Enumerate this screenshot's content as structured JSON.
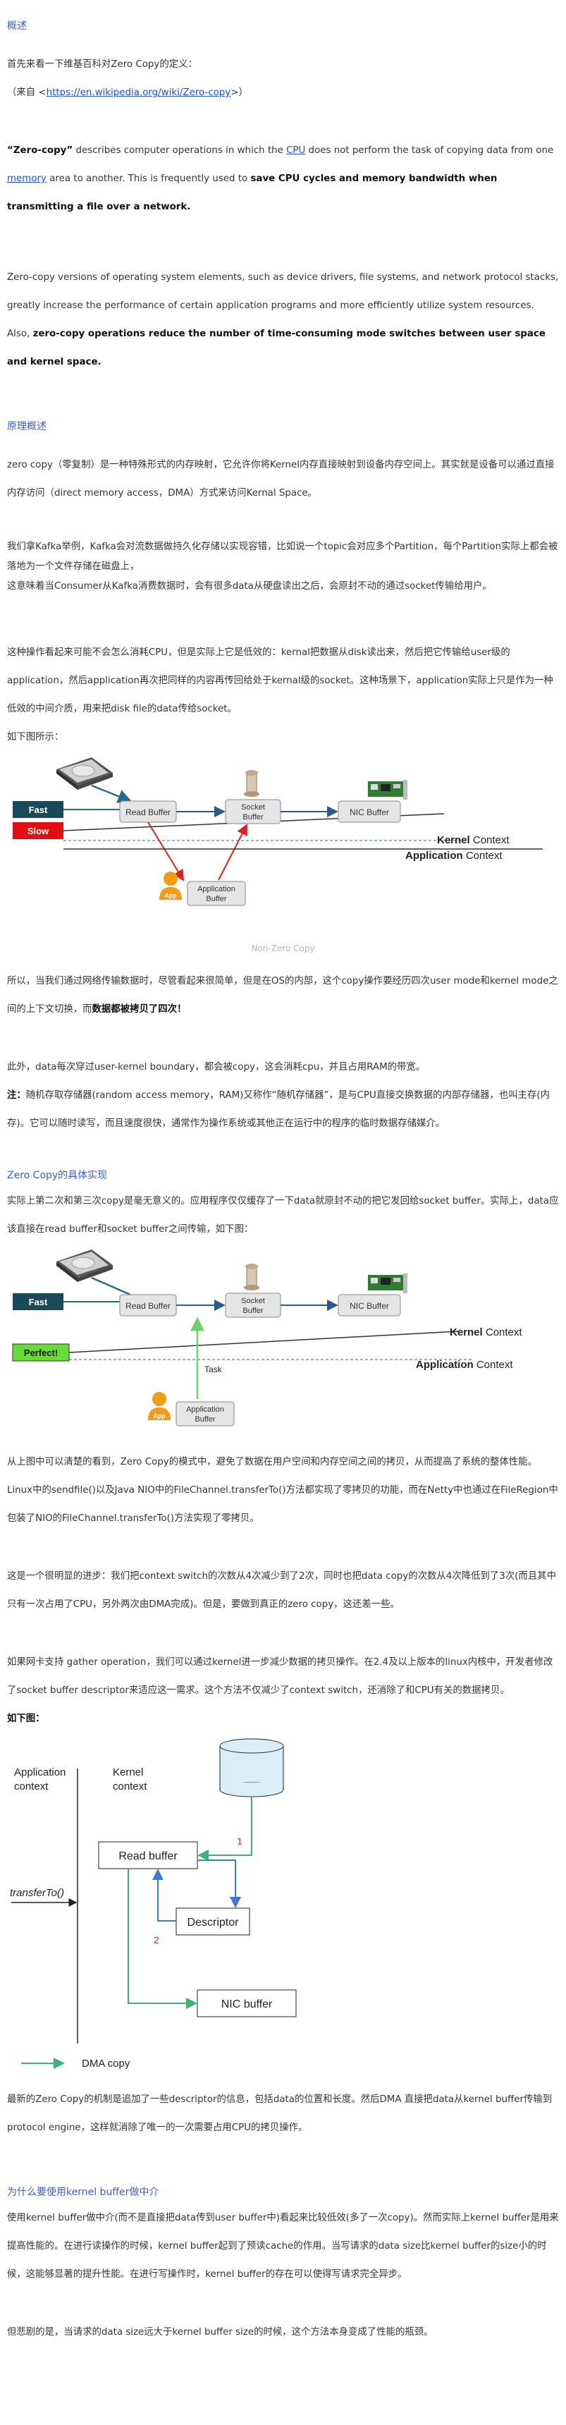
{
  "section1": {
    "title": "概述",
    "intro": "首先来看一下维基百科对Zero Copy的定义：",
    "source_prefix": "（来自 <",
    "source_link": "https://en.wikipedia.org/wiki/Zero-copy",
    "source_suffix": ">）",
    "para1": {
      "t1": "“Zero-copy”",
      "t2": " describes computer operations in which the ",
      "link1": "CPU",
      "t3": " does not perform the task of copying data from one ",
      "link2": "memory",
      "t4": " area to another. This is frequently used to ",
      "bold": "save CPU cycles and memory bandwidth when transmitting a file over a network."
    },
    "para2": {
      "t1": "Zero-copy versions of operating system elements, such as device drivers, file systems, and network protocol stacks, greatly increase the performance of certain application programs and more efficiently utilize system resources. Also, ",
      "bold": "zero-copy operations reduce the number of time-consuming mode switches between user space and kernel space."
    }
  },
  "section2": {
    "title": "原理概述",
    "p1": "zero copy（零复制）是一种特殊形式的内存映射，它允许你将Kernel内存直接映射到设备内存空间上。其实就是设备可以通过直接内存访问（direct memory access，DMA）方式来访问Kernal Space。",
    "p2a": "我们拿Kafka举例，Kafka会对流数据做持久化存储以实现容错，比如说一个topic会对应多个Partition，每个Partition实际上都会被落地为一个文件存储在磁盘上，",
    "p2b": "这意味着当Consumer从Kafka消费数据时，会有很多data从硬盘读出之后，会原封不动的通过socket传输给用户。",
    "p3": "这种操作看起来可能不会怎么消耗CPU，但是实际上它是低效的：kernal把数据从disk读出来，然后把它传输给user级的application，然后application再次把同样的内容再传回给处于kernal级的socket。这种场景下，application实际上只是作为一种低效的中间介质，用来把disk file的data传给socket。",
    "p4": "如下图所示：",
    "caption": "Non-Zero Copy",
    "p5a": "所以，当我们通过网络传输数据时，尽管看起来很简单，但是在OS的内部，这个copy操作要经历四次user mode和kernel mode之间的上下文切换，而",
    "p5b": "数据都被拷贝了四次！",
    "p6": "此外，data每次穿过user-kernel boundary，都会被copy，这会消耗cpu，并且占用RAM的带宽。",
    "p7label": "注：",
    "p7": "随机存取存储器(random access memory，RAM)又称作“随机存储器”，是与CPU直接交换数据的内部存储器，也叫主存(内存)。它可以随时读写，而且速度很快，通常作为操作系统或其他正在运行中的程序的临时数据存储媒介。"
  },
  "section3": {
    "title": "Zero Copy的具体实现",
    "p1": "实际上第二次和第三次copy是毫无意义的。应用程序仅仅缓存了一下data就原封不动的把它发回给socket buffer。实际上，data应该直接在read buffer和socket buffer之间传输，如下图：",
    "p2": "从上图中可以清楚的看到，Zero Copy的模式中，避免了数据在用户空间和内存空间之间的拷贝，从而提高了系统的整体性能。Linux中的sendfile()以及Java NIO中的FileChannel.transferTo()方法都实现了零拷贝的功能，而在Netty中也通过在FileRegion中包装了NIO的FileChannel.transferTo()方法实现了零拷贝。",
    "p3": "这是一个很明显的进步：我们把context switch的次数从4次减少到了2次，同时也把data copy的次数从4次降低到了3次(而且其中只有一次占用了CPU，另外两次由DMA完成)。但是，要做到真正的zero copy，这还差一些。",
    "p4": "如果网卡支持 gather operation，我们可以通过kernel进一步减少数据的拷贝操作。在2.4及以上版本的linux内核中，开发者修改了socket buffer descriptor来适应这一需求。这个方法不仅减少了context switch，还消除了和CPU有关的数据拷贝。",
    "p5": "如下图：",
    "p6": "最新的Zero Copy的机制是追加了一些descriptor的信息，包括data的位置和长度。然后DMA 直接把data从kernel buffer传输到protocol engine，这样就消除了唯一的一次需要占用CPU的拷贝操作。"
  },
  "section4": {
    "title": "为什么要使用kernel buffer做中介",
    "p1": "使用kernel buffer做中介(而不是直接把data传到user buffer中)看起来比较低效(多了一次copy)。然而实际上kernel buffer是用来提高性能的。在进行读操作的时候，kernel buffer起到了预读cache的作用。当写请求的data size比kernel buffer的size小的时候，这能够显著的提升性能。在进行写操作时，kernel buffer的存在可以使得写请求完全异步。",
    "p2": "但悲剧的是，当请求的data size远大于kernel buffer size的时候，这个方法本身变成了性能的瓶颈。"
  },
  "diagram1": {
    "fast": "Fast",
    "slow": "Slow",
    "read_buffer": "Read Buffer",
    "socket_buffer_1": "Socket",
    "socket_buffer_2": "Buffer",
    "nic_buffer": "NIC Buffer",
    "kernel_ctx_bold": "Kernel",
    "kernel_ctx": " Context",
    "app_ctx_bold": "Application",
    "app_ctx": " Context",
    "app_label": "App",
    "app_buffer_1": "Application",
    "app_buffer_2": "Buffer"
  },
  "diagram2": {
    "fast": "Fast",
    "perfect": "Perfect!",
    "read_buffer": "Read Buffer",
    "socket_buffer_1": "Socket",
    "socket_buffer_2": "Buffer",
    "nic_buffer": "NIC Buffer",
    "kernel_ctx_bold": "Kernel",
    "kernel_ctx": " Context",
    "app_ctx_bold": "Application",
    "app_ctx": " Context",
    "task": "Task",
    "app_label": "App",
    "app_buffer_1": "Application",
    "app_buffer_2": "Buffer"
  },
  "diagram3": {
    "app_context_1": "Application",
    "app_context_2": "context",
    "kernel_context_1": "Kernel",
    "kernel_context_2": "context",
    "read_buffer": "Read buffer",
    "descriptor": "Descriptor",
    "nic_buffer": "NIC buffer",
    "transfer_to": "transferTo()",
    "num1": "1",
    "num2": "2",
    "legend": "DMA copy"
  }
}
